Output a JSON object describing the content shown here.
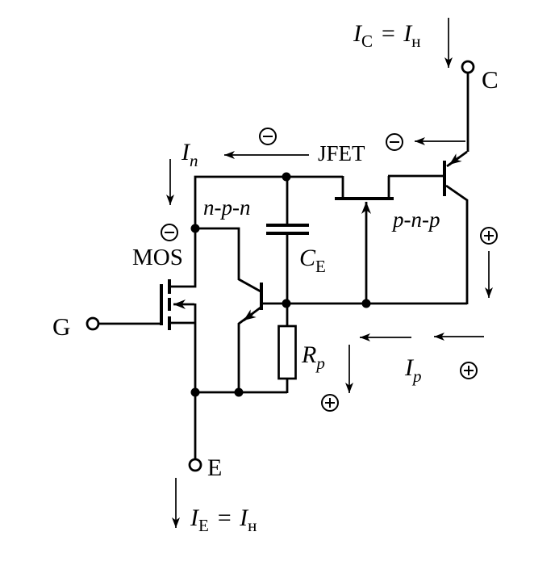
{
  "figure": {
    "description": "IGBT equivalent circuit diagram with MOS, JFET, n-p-n and p-n-p transistors",
    "background": "#ffffff"
  },
  "colors": {
    "line": "#000000",
    "text": "#000000"
  },
  "terminals": {
    "collector": "C",
    "gate": "G",
    "emitter": "E"
  },
  "components": {
    "mos_label": "MOS",
    "jfet_label": "JFET",
    "npn_label": "n-p-n",
    "pnp_label": "p-n-p",
    "capacitor": {
      "symbol": "C",
      "subscript": "E"
    },
    "resistor": {
      "symbol": "R",
      "subscript": "p"
    }
  },
  "currents": {
    "collector": {
      "symbol": "I",
      "subscript": "C",
      "equals": "=",
      "symbol2": "I",
      "subscript2": "н"
    },
    "emitter": {
      "symbol": "I",
      "subscript": "E",
      "equals": "=",
      "symbol2": "I",
      "subscript2": "н"
    },
    "electron": {
      "symbol": "I",
      "subscript": "n"
    },
    "hole": {
      "symbol": "I",
      "subscript": "p"
    }
  },
  "charge_signs": {
    "minus": "−",
    "plus": "+"
  }
}
